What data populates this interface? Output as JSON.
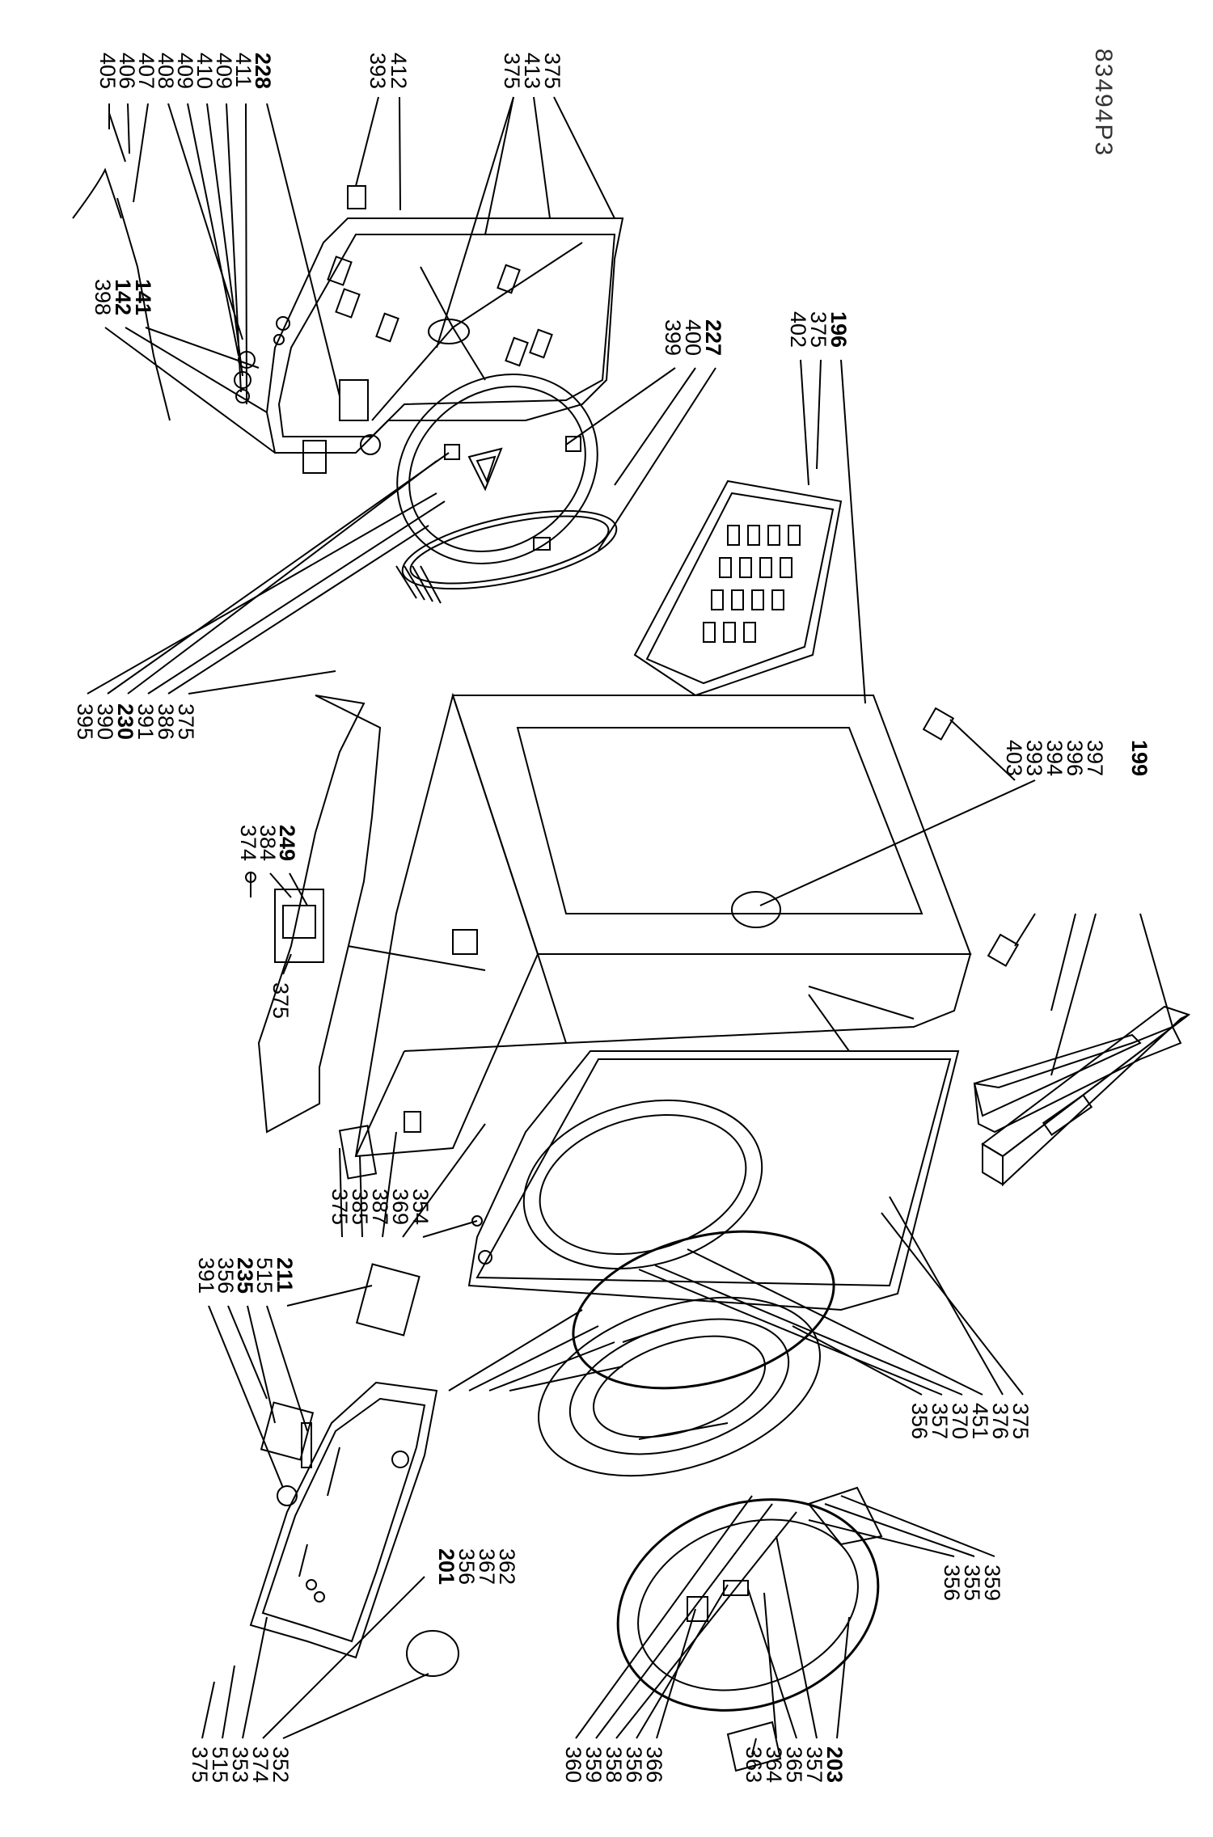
{
  "reference_code": "83494P3",
  "labels": {
    "top_left_column": [
      "405",
      "406",
      "407",
      "408",
      "409",
      "410",
      "409",
      "411",
      "228"
    ],
    "top_right_pair": [
      "393",
      "412"
    ],
    "top_right_triple": [
      "375",
      "413",
      "375"
    ],
    "top_left_stack": [
      "398",
      "142",
      "141"
    ],
    "tank_group": [
      "399",
      "400",
      "227"
    ],
    "panel_group": [
      "402",
      "375",
      "196"
    ],
    "mid_left": [
      "395",
      "390",
      "230",
      "391",
      "386",
      "375"
    ],
    "mid_top_group": [
      "374",
      "384",
      "249"
    ],
    "mid_top_single": "375",
    "right_group": [
      "403",
      "393",
      "394",
      "396",
      "397",
      "199"
    ],
    "left_mid_group": [
      "375",
      "385",
      "387",
      "369",
      "354"
    ],
    "left_lower_group": [
      "391",
      "356",
      "235",
      "515",
      "211"
    ],
    "right_lower_group": [
      "356",
      "357",
      "370",
      "451",
      "376",
      "375"
    ],
    "door_group": [
      "201",
      "356",
      "367",
      "362"
    ],
    "door_right_group": [
      "356",
      "355",
      "359"
    ],
    "bottom_left_group": [
      "375",
      "515",
      "353",
      "374",
      "352"
    ],
    "bottom_mid_group": [
      "360",
      "359",
      "358",
      "356",
      "366"
    ],
    "bottom_right_group": [
      "363",
      "364",
      "365",
      "357",
      "203"
    ]
  },
  "bold_labels": [
    "228",
    "142",
    "141",
    "230",
    "227",
    "196",
    "249",
    "235",
    "211",
    "199",
    "201",
    "203"
  ]
}
